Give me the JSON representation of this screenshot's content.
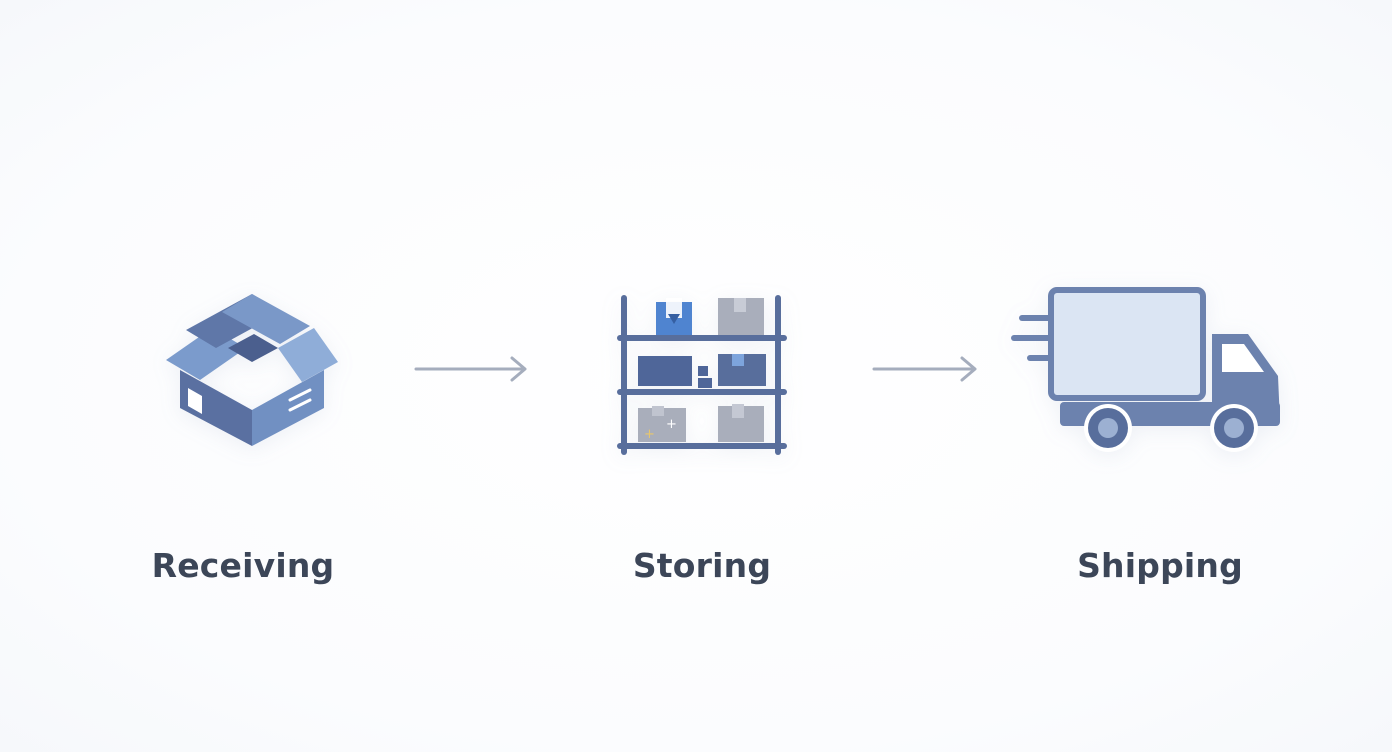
{
  "steps": [
    {
      "label": "Receiving",
      "icon": "open-box-icon"
    },
    {
      "label": "Storing",
      "icon": "warehouse-shelf-icon"
    },
    {
      "label": "Shipping",
      "icon": "delivery-truck-icon"
    }
  ],
  "connectors": [
    "arrow-right-icon",
    "arrow-right-icon"
  ],
  "colors": {
    "dark_blue": "#586e9c",
    "mid_blue": "#7898c8",
    "light_blue": "#dbe5f3",
    "accent_blue": "#4f84d0",
    "gray_box": "#a9aebb",
    "arrow": "#a5adbd",
    "label_text": "#3c4658"
  }
}
